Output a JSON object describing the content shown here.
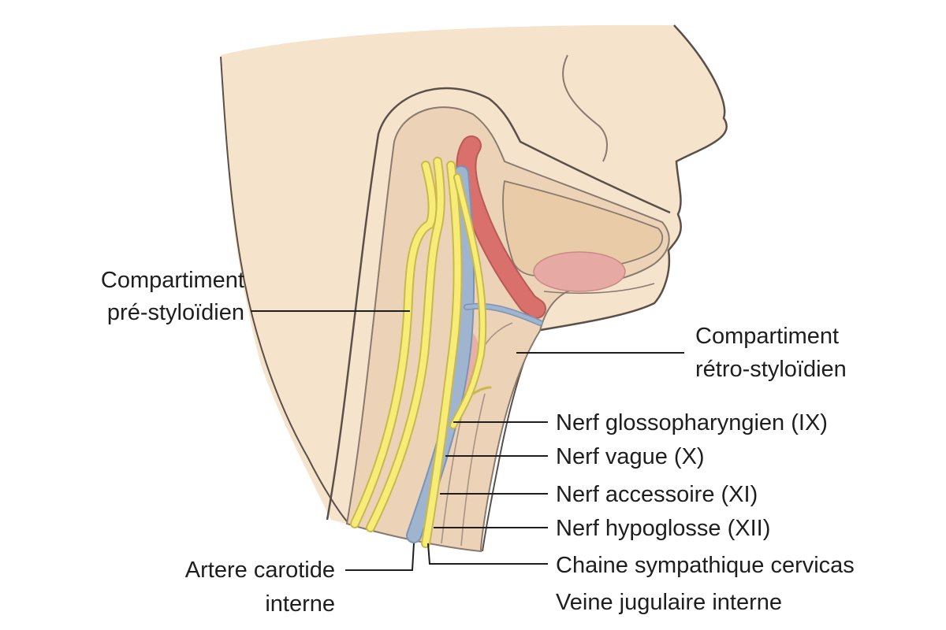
{
  "labels": {
    "pre_styloid": [
      "Compartiment",
      "pré-styloïdien"
    ],
    "retro_styloid": [
      "Compartiment",
      "rétro-styloïdien"
    ],
    "glossopharyngeal": "Nerf glossopharyngien (IX)",
    "vagus": "Nerf vague (X)",
    "accessory": "Nerf accessoire (XI)",
    "hypoglossal": "Nerf hypoglosse (XII)",
    "carotid": [
      "Artere carotide",
      "interne"
    ],
    "sympathetic": "Chaine sympathique cervicas",
    "jugular": "Veine jugulaire interne"
  },
  "colors": {
    "skin": "#f6e3cc",
    "skin_outline": "#5a5049",
    "inner_tissue": "#ecd3b8",
    "nerve": "#f7ec78",
    "nerve_outline": "#c9b94a",
    "artery": "#d9706b",
    "vein": "#9fb4cf",
    "muscle": "#e6a9a3",
    "text": "#1e1e1e"
  }
}
